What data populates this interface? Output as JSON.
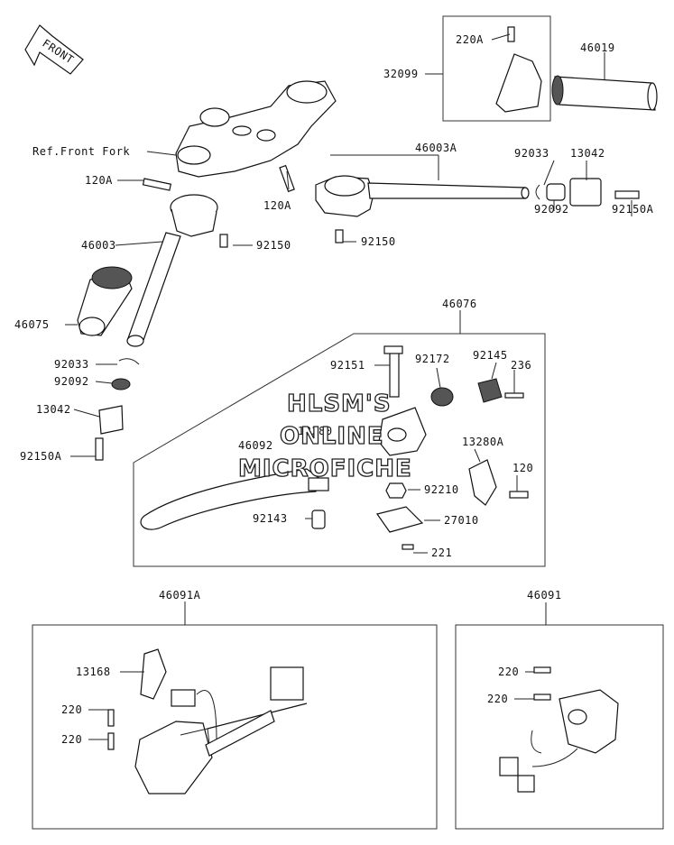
{
  "front_arrow": "FRONT",
  "watermark": {
    "line1": "HLSM'S",
    "line2": "ONLINE",
    "line3": "MICROFICHE"
  },
  "ref_front_fork": "Ref.Front Fork",
  "labels": {
    "p220A": "220A",
    "p32099": "32099",
    "p46019": "46019",
    "p46003A": "46003A",
    "p92033_top": "92033",
    "p13042_top": "13042",
    "p120A_left": "120A",
    "p120A_mid": "120A",
    "p92092_top": "92092",
    "p92150A_top": "92150A",
    "p46003": "46003",
    "p92150_left": "92150",
    "p92150_mid": "92150",
    "p46075": "46075",
    "p92033_left": "92033",
    "p92092_left": "92092",
    "p13042_left": "13042",
    "p92150A_left": "92150A",
    "p46076": "46076",
    "p92151": "92151",
    "p92172": "92172",
    "p92145": "92145",
    "p236": "236",
    "p13280": "13280",
    "p46092": "46092",
    "p13280A": "13280A",
    "p120": "120",
    "p92210": "92210",
    "p92143": "92143",
    "p27010": "27010",
    "p221": "221",
    "p46091A": "46091A",
    "p13168": "13168",
    "p220_a": "220",
    "p220_b": "220",
    "p46091": "46091",
    "p220_c": "220",
    "p220_d": "220"
  }
}
